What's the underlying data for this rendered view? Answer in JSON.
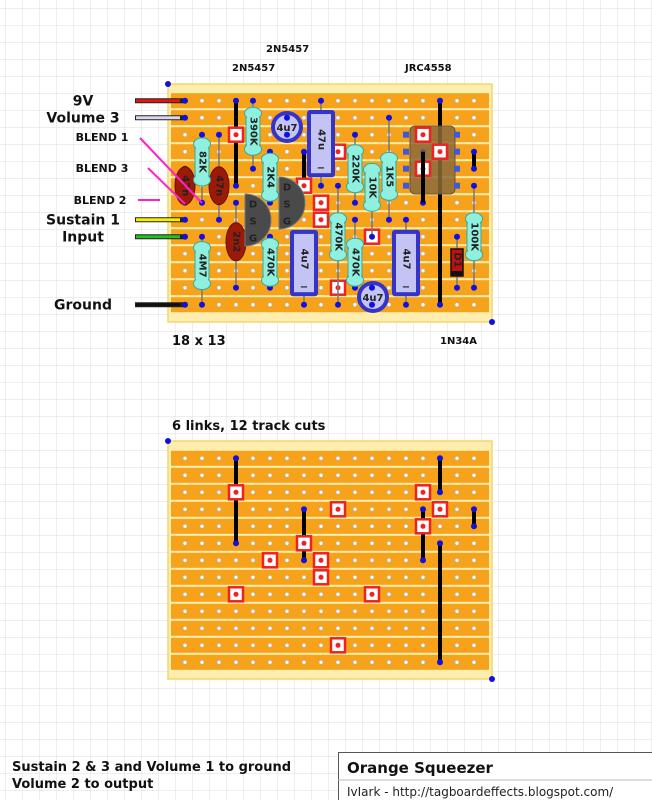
{
  "header": {
    "transistor_a": "2N5457",
    "transistor_b": "2N5457",
    "ic": "JRC4558"
  },
  "wires": [
    {
      "label": "9V",
      "color": "#e01515"
    },
    {
      "label": "Volume 3",
      "color": "#d8d8f0"
    },
    {
      "label": "Sustain 1",
      "color": "#f5f000"
    },
    {
      "label": "Input",
      "color": "#22c022"
    },
    {
      "label": "Ground",
      "color": "#111111"
    }
  ],
  "blend_labels": [
    "BLEND 1",
    "BLEND 3",
    "BLEND 2"
  ],
  "board_top": {
    "size": "18 x 13",
    "diode_part": "1N34A",
    "resistors": [
      "390K",
      "82K",
      "2K4",
      "470K",
      "470K",
      "220K",
      "10K",
      "1K5",
      "470K",
      "4M7",
      "100K"
    ],
    "ceramic_caps": [
      "47n",
      "47n",
      "2n2"
    ],
    "electrolytic_axial": [
      "47u",
      "4u7",
      "4u7"
    ],
    "electrolytic_radial": [
      "4u7",
      "4u7"
    ],
    "jfet_pins": [
      "D",
      "S",
      "G"
    ],
    "diode": "D1",
    "polarity_mark": "−"
  },
  "board_bottom": {
    "summary": "6 links, 12 track cuts"
  },
  "notes": [
    "Sustain 2 & 3 and Volume 1 to ground",
    "Volume 2 to output"
  ],
  "title_block": {
    "title": "Orange Squeezer",
    "credit": "IvIark - http://tagboardeffects.blogspot.com/"
  },
  "colors": {
    "strip": "#f7a21b",
    "board": "#fdeeb0",
    "resistor": "#8ff0e0",
    "ceramic": "#9c1a08",
    "electrolytic": "#3434c8",
    "cut": "#ee2222",
    "pad": "#1010e0"
  }
}
